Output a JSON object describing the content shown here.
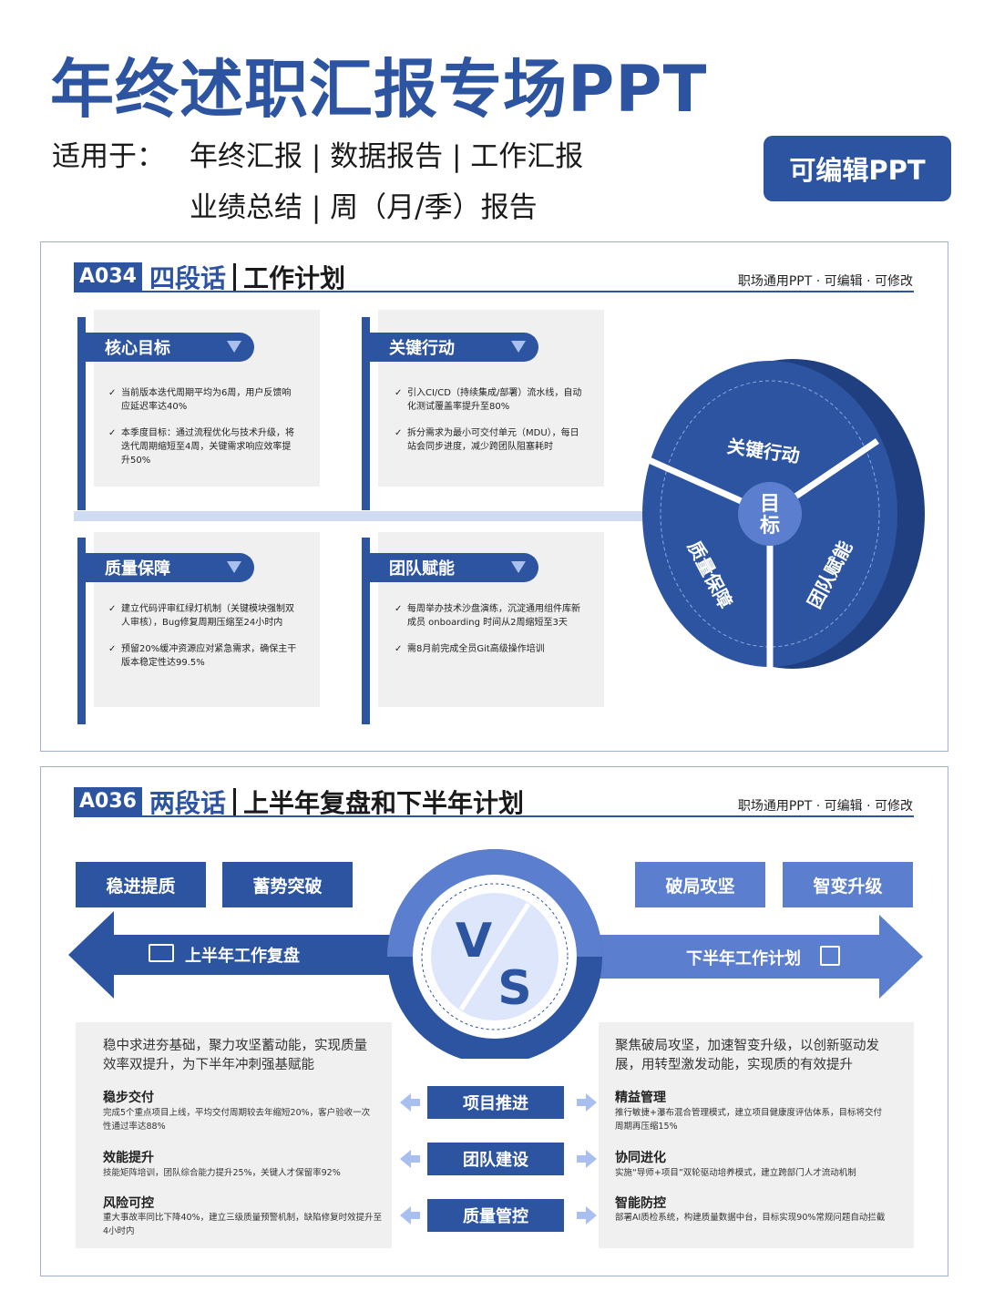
{
  "header": {
    "title": "年终述职汇报专场PPT",
    "suit_label": "适用于：",
    "suit_line1": "年终汇报 | 数据报告 | 工作汇报",
    "suit_line2": "业绩总结 | 周（月/季）报告",
    "badge": "可编辑PPT"
  },
  "colors": {
    "primary": "#2d54a0",
    "light": "#5b7fce",
    "pale": "#cfdaf3",
    "card_bg": "#f0f0f1"
  },
  "a034": {
    "code": "A034",
    "tag": "四段话",
    "title": "工作计划",
    "note": "职场通用PPT · 可编辑 · 可修改",
    "cards": [
      {
        "title": "核心目标",
        "bullets": [
          "当前版本迭代周期平均为6周，用户反馈响应延迟率达40%",
          "本季度目标：通过流程优化与技术升级，将迭代周期缩短至4周，关键需求响应效率提升50%"
        ]
      },
      {
        "title": "关键行动",
        "bullets": [
          "引入CI/CD（持续集成/部署）流水线，自动化测试覆盖率提升至80%",
          "拆分需求为最小可交付单元（MDU），每日站会同步进度，减少跨团队阻塞耗时"
        ]
      },
      {
        "title": "质量保障",
        "bullets": [
          "建立代码评审红绿灯机制（关键模块强制双人审核），Bug修复周期压缩至24小时内",
          "预留20%缓冲资源应对紧急需求，确保主干版本稳定性达99.5%"
        ]
      },
      {
        "title": "团队赋能",
        "bullets": [
          "每周举办技术沙盘演练，沉淀通用组件库新成员 onboarding 时间从2周缩短至3天",
          "需8月前完成全员Git高级操作培训"
        ]
      }
    ],
    "wheel": {
      "center": "目标",
      "seg_top": "关键行动",
      "seg_left": "质量保障",
      "seg_right": "团队赋能"
    }
  },
  "a036": {
    "code": "A036",
    "tag": "两段话",
    "title": "上半年复盘和下半年计划",
    "note": "职场通用PPT · 可编辑 · 可修改",
    "left_boxes": [
      "稳进提质",
      "蓄势突破"
    ],
    "right_boxes": [
      "破局攻坚",
      "智变升级"
    ],
    "left_arrow": "上半年工作复盘",
    "right_arrow": "下半年工作计划",
    "vs_v": "V",
    "vs_s": "S",
    "left_lead": "稳中求进夯基础，聚力攻坚蓄动能，实现质量效率双提升，为下半年冲刺强基赋能",
    "right_lead": "聚焦破局攻坚，加速智变升级，以创新驱动发展，用转型激发动能，实现质的有效提升",
    "left_items": [
      {
        "head": "稳步交付",
        "body": "完成5个重点项目上线，平均交付周期较去年缩短20%，客户验收一次性通过率达88%"
      },
      {
        "head": "效能提升",
        "body": "技能矩阵培训，团队综合能力提升25%，关键人才保留率92%"
      },
      {
        "head": "风险可控",
        "body": "重大事故率同比下降40%，建立三级质量预警机制，缺陷修复时效提升至4小时内"
      }
    ],
    "right_items": [
      {
        "head": "精益管理",
        "body": "推行敏捷+瀑布混合管理模式，建立项目健康度评估体系，目标将交付周期再压缩15%"
      },
      {
        "head": "协同进化",
        "body": "实施“导师+项目”双轮驱动培养模式，建立跨部门人才流动机制"
      },
      {
        "head": "智能防控",
        "body": "部署AI质检系统，构建质量数据中台，目标实现90%常规问题自动拦截"
      }
    ],
    "mid_boxes": [
      "项目推进",
      "团队建设",
      "质量管控"
    ]
  }
}
